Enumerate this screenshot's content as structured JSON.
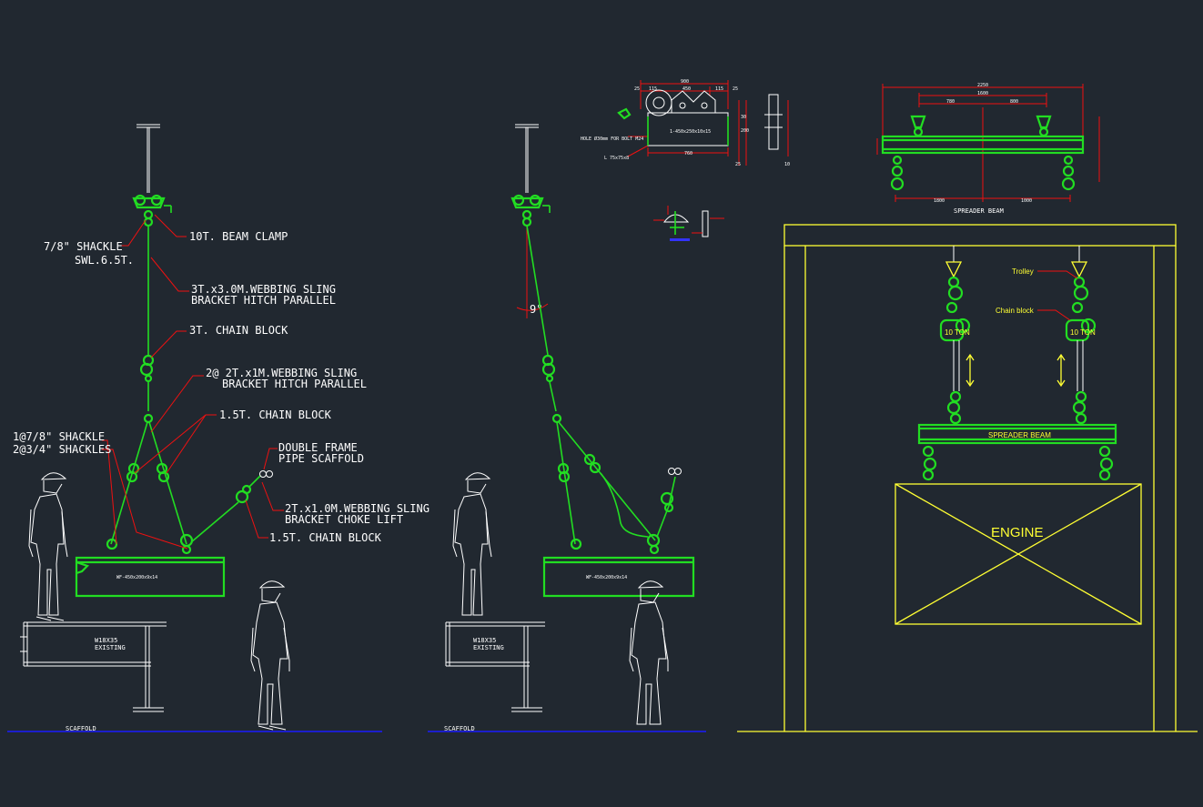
{
  "left_view": {
    "labels": {
      "beam_clamp": "10T. BEAM CLAMP",
      "shackle_top_1": "7/8\" SHACKLE",
      "shackle_top_2": "SWL.6.5T.",
      "sling_main_1": "3T.x3.0M.WEBBING SLING",
      "sling_main_2": "BRACKET HITCH PARALLEL",
      "chain_block_3t": "3T. CHAIN BLOCK",
      "sling_pair_1": "2@  2T.x1M.WEBBING SLING",
      "sling_pair_2": "BRACKET HITCH PARALLEL",
      "chain_block_15_a": "1.5T. CHAIN BLOCK",
      "shackles_1": "1@7/8\" SHACKLE",
      "shackles_2": "2@3/4\" SHACKLES",
      "scaffold_1": "DOUBLE FRAME",
      "scaffold_2": "PIPE SCAFFOLD",
      "choke_1": "2T.x1.0M.WEBBING SLING",
      "choke_2": "BRACKET CHOKE LIFT",
      "chain_block_15_b": "1.5T. CHAIN BLOCK",
      "load_beam": "WF-450x200x9x14",
      "existing_1": "W18X35",
      "existing_2": "EXISTING",
      "scaffold_ground": "SCAFFOLD"
    }
  },
  "middle_view": {
    "labels": {
      "angle": "9°",
      "load_beam": "WF-450x200x9x14",
      "existing_1": "W18X35",
      "existing_2": "EXISTING",
      "scaffold_ground": "SCAFFOLD"
    }
  },
  "detail_bracket": {
    "dims": [
      "900",
      "450",
      "115",
      "115",
      "25",
      "25",
      "30",
      "200",
      "760",
      "25",
      "10"
    ],
    "notes": [
      "HOLE Ø30mm FOR BOLT M24",
      "L 75x75x8",
      "1-450x250x10x15"
    ]
  },
  "spreader_detail": {
    "dims": [
      "2250",
      "1600",
      "780",
      "800",
      "1800",
      "1000"
    ],
    "title": "SPREADER BEAM"
  },
  "engine_view": {
    "labels": {
      "trolley": "Trolley",
      "chain_block": "Chain block",
      "spreader_beam": "SPREADER BEAM",
      "engine": "ENGINE",
      "ton_left": "10 TON",
      "ton_right": "10 TON"
    }
  }
}
